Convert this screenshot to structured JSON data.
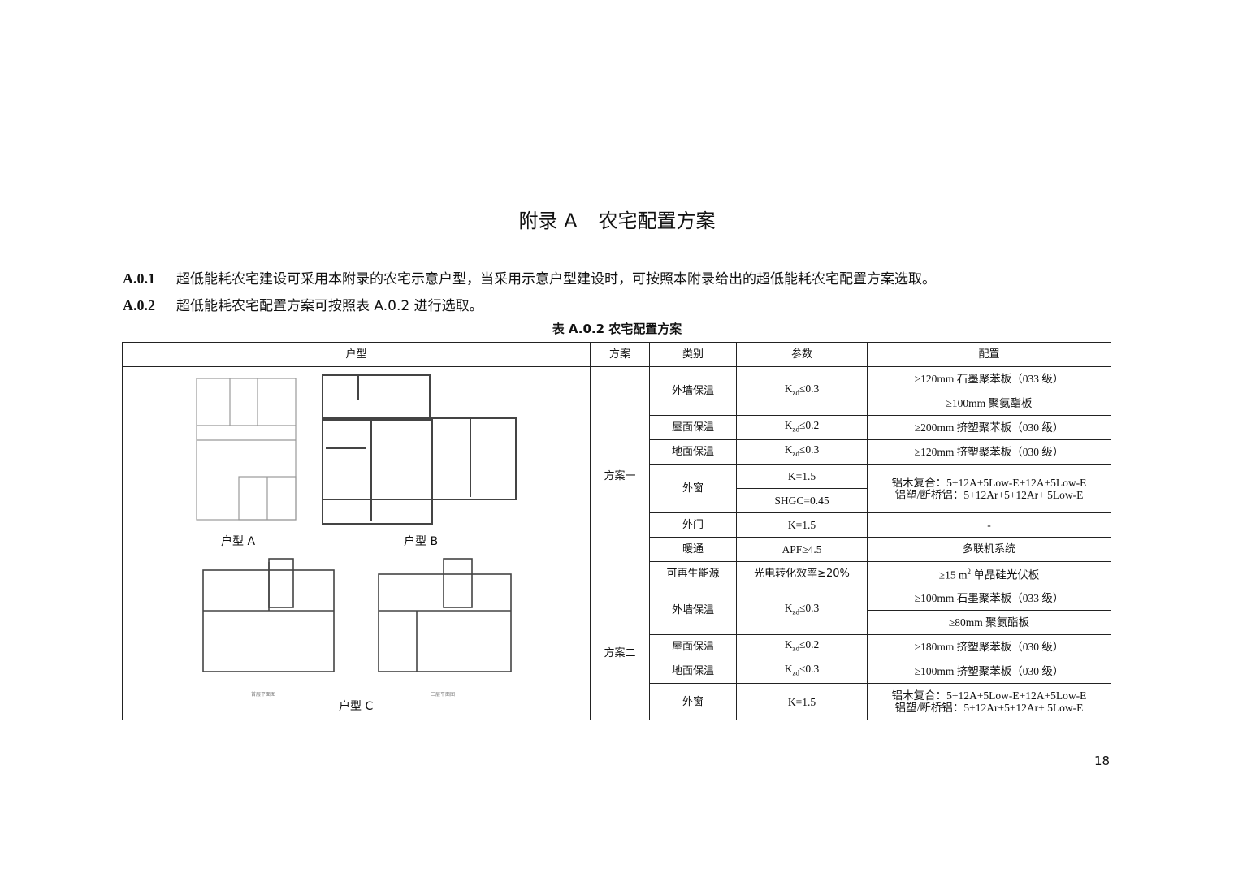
{
  "title": {
    "prefix": "附录 A",
    "main": "农宅配置方案"
  },
  "paragraphs": [
    {
      "num": "A.0.1",
      "text": "超低能耗农宅建设可采用本附录的农宅示意户型，当采用示意户型建设时，可按照本附录给出的超低能耗农宅配置方案选取。"
    },
    {
      "num": "A.0.2",
      "text": "超低能耗农宅配置方案可按照表 A.0.2 进行选取。"
    }
  ],
  "table": {
    "caption": "表 A.0.2  农宅配置方案",
    "headers": [
      "户型",
      "方案",
      "类别",
      "参数",
      "配置"
    ],
    "plan_labels": {
      "a": "户型 A",
      "b": "户型 B",
      "c": "户型 C",
      "c1": "首层平面图",
      "c2": "二层平面图"
    },
    "scheme1": {
      "name": "方案一",
      "rows": [
        {
          "category": "外墙保温",
          "param_k": "K",
          "param_sub": "zd",
          "param_rest": "≤0.3",
          "configs": [
            "≥120mm 石墨聚苯板（033 级）",
            "≥100mm 聚氨酯板"
          ]
        },
        {
          "category": "屋面保温",
          "param_k": "K",
          "param_sub": "zd",
          "param_rest": "≤0.2",
          "config": "≥200mm 挤塑聚苯板（030 级）"
        },
        {
          "category": "地面保温",
          "param_k": "K",
          "param_sub": "zd",
          "param_rest": "≤0.3",
          "config": "≥120mm 挤塑聚苯板（030 级）"
        },
        {
          "category": "外窗",
          "params": [
            "K=1.5",
            "SHGC=0.45"
          ],
          "configs": [
            "铝木复合：5+12A+5Low-E+12A+5Low-E",
            "铝塑/断桥铝：5+12Ar+5+12Ar+ 5Low-E"
          ]
        },
        {
          "category": "外门",
          "param": "K=1.5",
          "config": "-"
        },
        {
          "category": "暖通",
          "param": "APF≥4.5",
          "config": "多联机系统"
        },
        {
          "category": "可再生能源",
          "param": "光电转化效率≥20%",
          "config_pre": "≥15 m",
          "config_sup": "2",
          "config_post": " 单晶硅光伏板"
        }
      ]
    },
    "scheme2": {
      "name": "方案二",
      "rows": [
        {
          "category": "外墙保温",
          "param_k": "K",
          "param_sub": "zd",
          "param_rest": "≤0.3",
          "configs": [
            "≥100mm 石墨聚苯板（033 级）",
            "≥80mm 聚氨酯板"
          ]
        },
        {
          "category": "屋面保温",
          "param_k": "K",
          "param_sub": "zd",
          "param_rest": "≤0.2",
          "config": "≥180mm 挤塑聚苯板（030 级）"
        },
        {
          "category": "地面保温",
          "param_k": "K",
          "param_sub": "zd",
          "param_rest": "≤0.3",
          "config": "≥100mm 挤塑聚苯板（030 级）"
        },
        {
          "category": "外窗",
          "param": "K=1.5",
          "configs": [
            "铝木复合：5+12A+5Low-E+12A+5Low-E",
            "铝塑/断桥铝：5+12Ar+5+12Ar+ 5Low-E"
          ]
        }
      ]
    }
  },
  "page_number": "18"
}
